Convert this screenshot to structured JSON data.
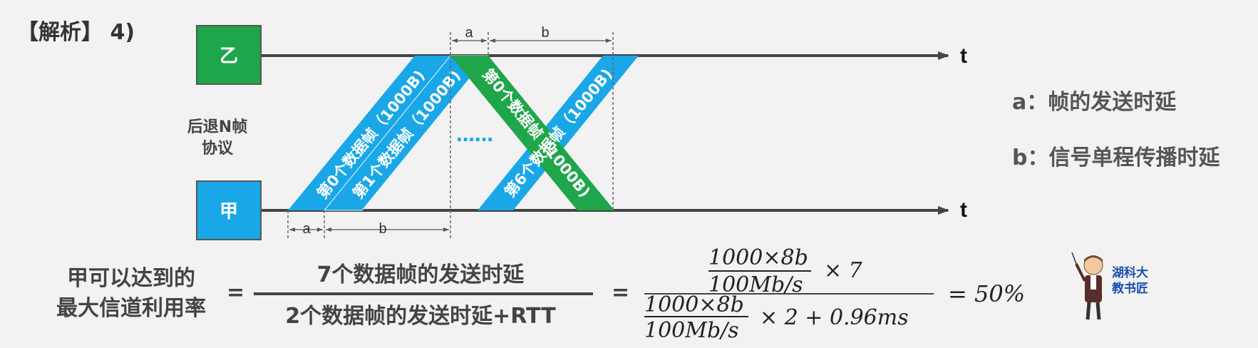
{
  "header": {
    "title": "【解析】 4)"
  },
  "stations": {
    "top": "乙",
    "bottom": "甲"
  },
  "protocol_label": [
    "后退N帧",
    "协议"
  ],
  "axis_label": "t",
  "frames": {
    "frame0": "第0个数据帧（1000B)",
    "frame1": "第1个数据帧（1000B)",
    "frame6": "第6个数据帧（1000B)",
    "ack0": "第0个数据帧（1000B)",
    "ellipsis": "……"
  },
  "dims": {
    "a": "a",
    "b": "b"
  },
  "legend": {
    "a": "a：帧的发送时延",
    "b": "b：信号单程传播时延"
  },
  "formula": {
    "left_line1": "甲可以达到的",
    "left_line2": "最大信道利用率",
    "eq": "=",
    "numerator": "7个数据帧的发送时延",
    "denominator": "2个数据帧的发送时延+RTT",
    "num_frac_top": "1000×8b",
    "num_frac_bottom": "100Mb/s",
    "num_mult": "× 7",
    "den_frac_top": "1000×8b",
    "den_frac_bottom": "100Mb/s",
    "den_mult": "× 2 + 0.96ms",
    "result": "= 50%"
  },
  "watermark": {
    "line1": "湖科大",
    "line2": "教书匠"
  },
  "colors": {
    "green": "#1fa64a",
    "blue": "#19a7e8"
  }
}
